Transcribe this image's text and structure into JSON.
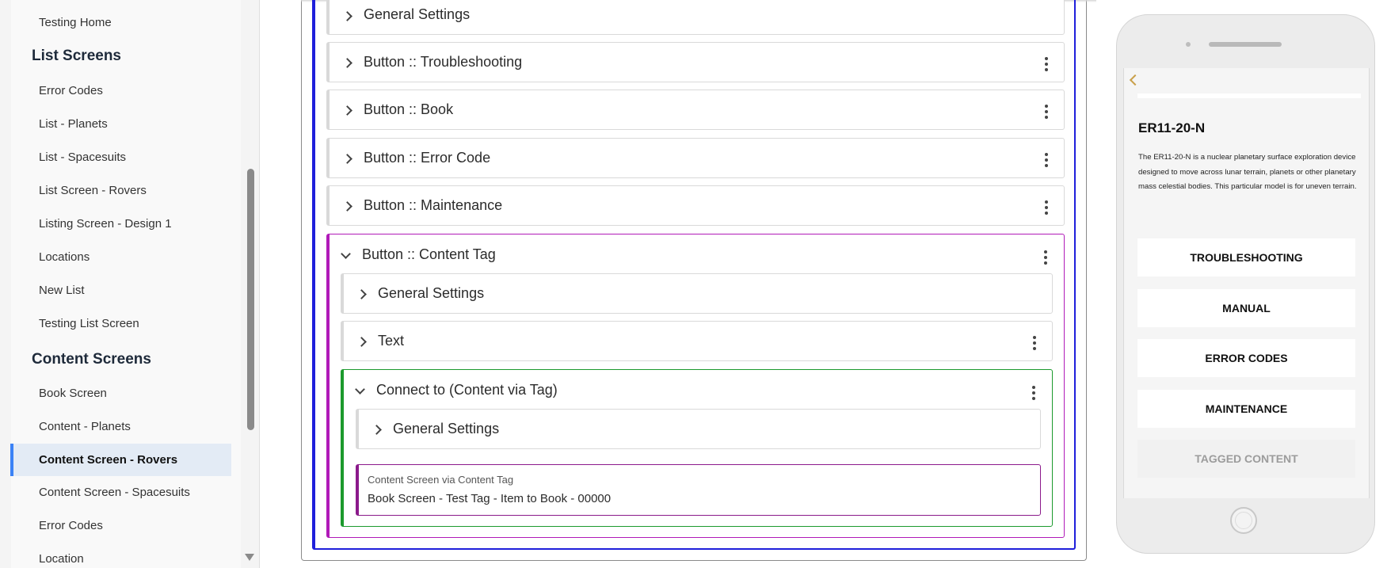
{
  "sidebar": {
    "items": [
      {
        "label": "Testing Home",
        "type": "item"
      },
      {
        "label": "List Screens",
        "type": "heading"
      },
      {
        "label": "Error Codes",
        "type": "item"
      },
      {
        "label": "List - Planets",
        "type": "item"
      },
      {
        "label": "List - Spacesuits",
        "type": "item"
      },
      {
        "label": "List Screen - Rovers",
        "type": "item"
      },
      {
        "label": "Listing Screen - Design 1",
        "type": "item"
      },
      {
        "label": "Locations",
        "type": "item"
      },
      {
        "label": "New List",
        "type": "item"
      },
      {
        "label": "Testing List Screen",
        "type": "item"
      },
      {
        "label": "Content Screens",
        "type": "heading"
      },
      {
        "label": "Book Screen",
        "type": "item"
      },
      {
        "label": "Content - Planets",
        "type": "item"
      },
      {
        "label": "Content Screen - Rovers",
        "type": "item",
        "active": true
      },
      {
        "label": "Content Screen - Spacesuits",
        "type": "item"
      },
      {
        "label": "Error Codes",
        "type": "item"
      },
      {
        "label": "Location",
        "type": "item"
      }
    ]
  },
  "editor": {
    "panels": [
      {
        "title": "General Settings"
      },
      {
        "title": "Button :: Troubleshooting"
      },
      {
        "title": "Button :: Book"
      },
      {
        "title": "Button :: Error Code"
      },
      {
        "title": "Button :: Maintenance"
      }
    ],
    "content_tag": {
      "title": "Button :: Content Tag",
      "general_settings": "General Settings",
      "text": "Text",
      "connect": {
        "title": "Connect to (Content via Tag)",
        "general_settings": "General Settings",
        "card_label": "Content Screen via Content Tag",
        "card_value": "Book Screen - Test Tag - Item to Book - 00000"
      }
    }
  },
  "preview": {
    "title": "ER11-20-N",
    "description": "The ER11-20-N is a nuclear planetary surface exploration device designed to move across lunar terrain, planets or other planetary mass celestial bodies. This particular model is for uneven terrain.",
    "buttons": [
      {
        "label": "TROUBLESHOOTING",
        "disabled": false
      },
      {
        "label": "MANUAL",
        "disabled": false
      },
      {
        "label": "ERROR CODES",
        "disabled": false
      },
      {
        "label": "MAINTENANCE",
        "disabled": false
      },
      {
        "label": "TAGGED CONTENT",
        "disabled": true
      }
    ],
    "accent_color": "#c9a04a"
  },
  "colors": {
    "outer_border": "#1f1fdb",
    "content_tag_border": "#b01ab8",
    "connect_border": "#1c9a2d",
    "card_border": "#8b1a8b",
    "active_item": "#3b82f6"
  }
}
